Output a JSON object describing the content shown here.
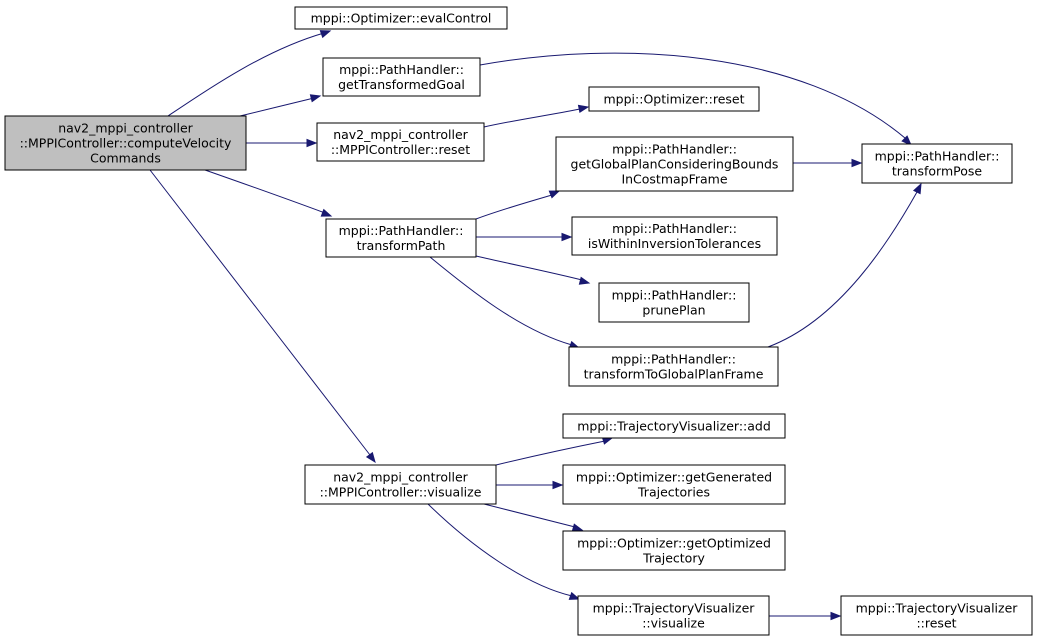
{
  "colors": {
    "edge": "#191970",
    "root_fill": "#bfbfbf",
    "node_fill": "#ffffff",
    "node_stroke": "#000000"
  },
  "nodes": {
    "computeVelocityCommands": [
      "nav2_mppi_controller",
      "::MPPIController::computeVelocity",
      "Commands"
    ],
    "evalControl": [
      "mppi::Optimizer::evalControl"
    ],
    "getTransformedGoal": [
      "mppi::PathHandler::",
      "getTransformedGoal"
    ],
    "controllerReset": [
      "nav2_mppi_controller",
      "::MPPIController::reset"
    ],
    "optimizerReset": [
      "mppi::Optimizer::reset"
    ],
    "getGlobalPlan": [
      "mppi::PathHandler::",
      "getGlobalPlanConsideringBounds",
      "InCostmapFrame"
    ],
    "transformPose": [
      "mppi::PathHandler::",
      "transformPose"
    ],
    "transformPath": [
      "mppi::PathHandler::",
      "transformPath"
    ],
    "isWithinInversion": [
      "mppi::PathHandler::",
      "isWithinInversionTolerances"
    ],
    "prunePlan": [
      "mppi::PathHandler::",
      "prunePlan"
    ],
    "transformToGlobal": [
      "mppi::PathHandler::",
      "transformToGlobalPlanFrame"
    ],
    "visAdd": [
      "mppi::TrajectoryVisualizer::add"
    ],
    "controllerVisualize": [
      "nav2_mppi_controller",
      "::MPPIController::visualize"
    ],
    "getGenerated": [
      "mppi::Optimizer::getGenerated",
      "Trajectories"
    ],
    "getOptimized": [
      "mppi::Optimizer::getOptimized",
      "Trajectory"
    ],
    "visVisualize": [
      "mppi::TrajectoryVisualizer",
      "::visualize"
    ],
    "visReset": [
      "mppi::TrajectoryVisualizer",
      "::reset"
    ]
  },
  "edges": [
    [
      "computeVelocityCommands",
      "evalControl"
    ],
    [
      "computeVelocityCommands",
      "getTransformedGoal"
    ],
    [
      "computeVelocityCommands",
      "controllerReset"
    ],
    [
      "computeVelocityCommands",
      "transformPath"
    ],
    [
      "computeVelocityCommands",
      "controllerVisualize"
    ],
    [
      "getTransformedGoal",
      "transformPose"
    ],
    [
      "controllerReset",
      "optimizerReset"
    ],
    [
      "transformPath",
      "getGlobalPlan"
    ],
    [
      "transformPath",
      "isWithinInversion"
    ],
    [
      "transformPath",
      "prunePlan"
    ],
    [
      "transformPath",
      "transformToGlobal"
    ],
    [
      "getGlobalPlan",
      "transformPose"
    ],
    [
      "transformToGlobal",
      "transformPose"
    ],
    [
      "controllerVisualize",
      "visAdd"
    ],
    [
      "controllerVisualize",
      "getGenerated"
    ],
    [
      "controllerVisualize",
      "getOptimized"
    ],
    [
      "controllerVisualize",
      "visVisualize"
    ],
    [
      "visVisualize",
      "visReset"
    ]
  ]
}
